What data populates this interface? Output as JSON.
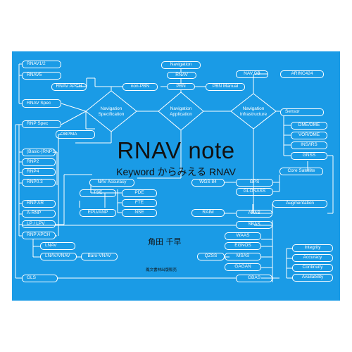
{
  "cover": {
    "title": "RNAV note",
    "subtitle": "Keyword からみえる RNAV",
    "author": "角田 千早",
    "publisher": "鳳文書林出版販売",
    "background_color": "#1a9be6",
    "line_color": "#ffffff"
  },
  "diagram": {
    "decisions": {
      "navigation_specification": "Navigation\nSpecification",
      "navigation_application": "Navigation\nApplication",
      "navigation_infrastructure": "Navigation\nInfrastructure"
    },
    "nodes": {
      "rnav12": "RNAV1/2",
      "rnav5": "RNAV5",
      "rnav_apch": "RNAV APCH",
      "non_pbn": "non-PBN",
      "rnav_spec": "RNAV Spec",
      "rnp_spec": "RNP Spec",
      "obpma": "OBPMA",
      "basic_rnp1": "(Basic-)RNP1",
      "rnp2": "RNP2",
      "rnp4": "RNP4",
      "rnp03": "RNP0.3",
      "rnp_ar": "RNP AR",
      "a_rnp": "A-RNP",
      "lp_lpv": "LP / LPV",
      "rnp_apch": "RNP APCH",
      "lnav": "LNAV",
      "lnav_vnav": "LNAV/VNAV",
      "baro_vnav": "Baro-VNAV",
      "gls": "GLS",
      "navigation": "Navigation",
      "rnav": "RNAV",
      "pbn": "PBN",
      "pbn_manual": "PBN Manual",
      "nav_db": "NAV DB",
      "arinc424": "ARINC424",
      "sensor": "Sensor",
      "dme_dme": "DME/DME",
      "vor_dme": "VOR/DME",
      "ins_irs": "INS/IRS",
      "gnss": "GNSS",
      "core_satellite": "Core Satellite",
      "wgs84": "WGS 84",
      "gps": "GPS",
      "glonass": "GLONASS",
      "augmentation": "Augmentation",
      "raim": "RAIM",
      "abas": "ABAS",
      "sbas": "SBAS",
      "nav_accuracy": "NAV Accuracy",
      "tse": "TSE",
      "pde": "PDE",
      "fte": "FTE",
      "nse": "NSE",
      "epu_anp": "EPU/ANP",
      "waas": "WAAS",
      "egnos": "EGNOS",
      "msas": "MSAS",
      "qzss": "QZSS",
      "gagan": "GAGAN",
      "gbas": "GBAS",
      "integrity": "Integrity",
      "accuracy": "Accuracy",
      "continuity": "Continuity",
      "availability": "Availability"
    }
  }
}
